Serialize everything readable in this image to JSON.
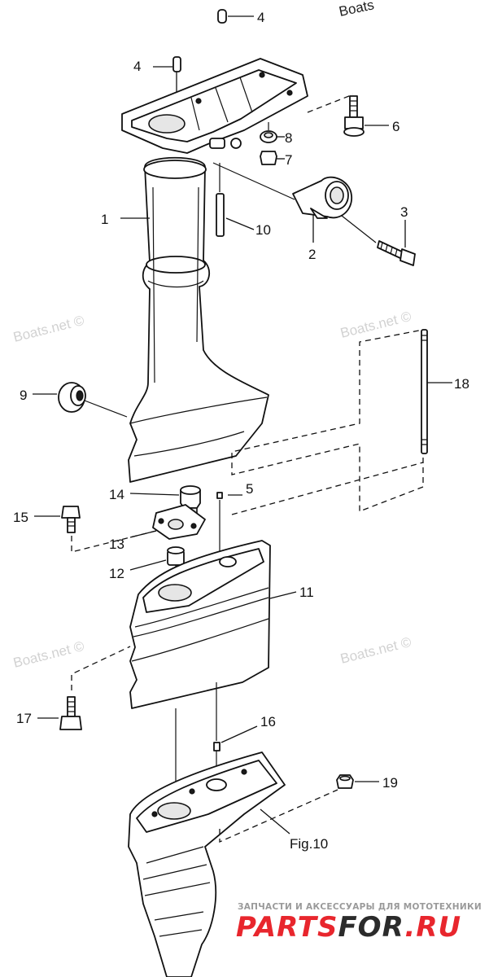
{
  "watermarks": {
    "top_right": "Boats",
    "repeat": "Boats.net ©"
  },
  "callouts": {
    "c1": "1",
    "c2": "2",
    "c3": "3",
    "c4a": "4",
    "c4b": "4",
    "c5": "5",
    "c6": "6",
    "c7": "7",
    "c8": "8",
    "c9": "9",
    "c10": "10",
    "c11": "11",
    "c12": "12",
    "c13": "13",
    "c14": "14",
    "c15": "15",
    "c16": "16",
    "c17": "17",
    "c18": "18",
    "c19": "19"
  },
  "figure_ref": "Fig.10",
  "footer": {
    "tagline": "ЗАПЧАСТИ И АКСЕССУАРЫ ДЛЯ МОТОТЕХНИКИ",
    "brand_parts": "PARTS",
    "brand_for": "FOR",
    "brand_ru": ".RU",
    "brand_red": "#e8262d",
    "brand_dark": "#2b2b2b"
  }
}
